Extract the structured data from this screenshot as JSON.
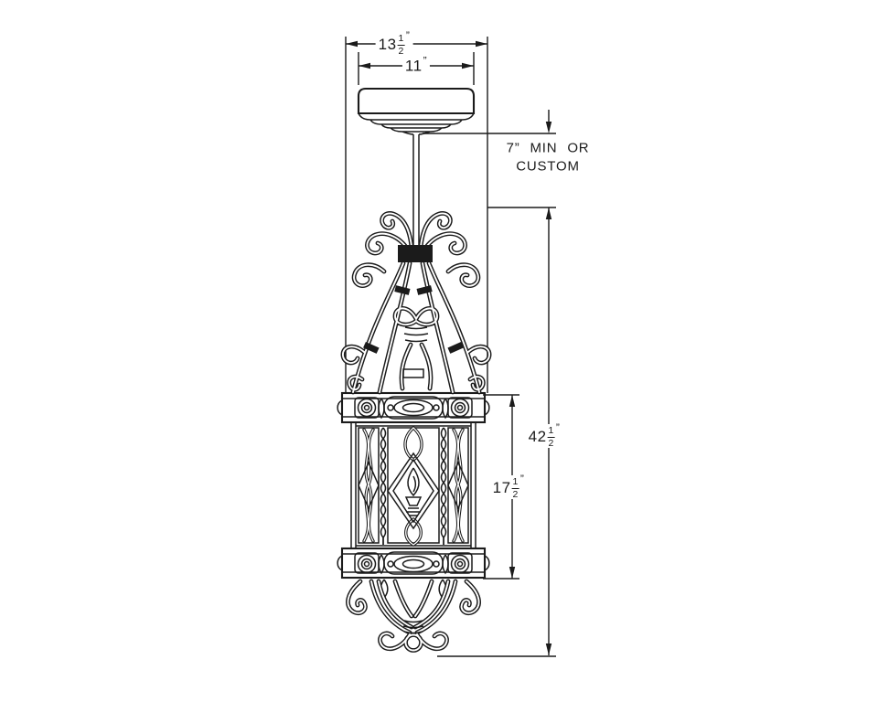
{
  "canvas": {
    "background": "#ffffff",
    "ink": "#1b1b1b"
  },
  "drawing": {
    "dimensions": {
      "mount_width": {
        "whole": "13",
        "num": "1",
        "den": "2",
        "unit": "”"
      },
      "canopy_width": {
        "whole": "11",
        "unit": "”"
      },
      "stem_length": {
        "line1": "7” MIN OR",
        "line2": "CUSTOM"
      },
      "overall_height": {
        "whole": "42",
        "num": "1",
        "den": "2",
        "unit": "”"
      },
      "body_height": {
        "whole": "17",
        "num": "1",
        "den": "2",
        "unit": "”"
      }
    }
  }
}
